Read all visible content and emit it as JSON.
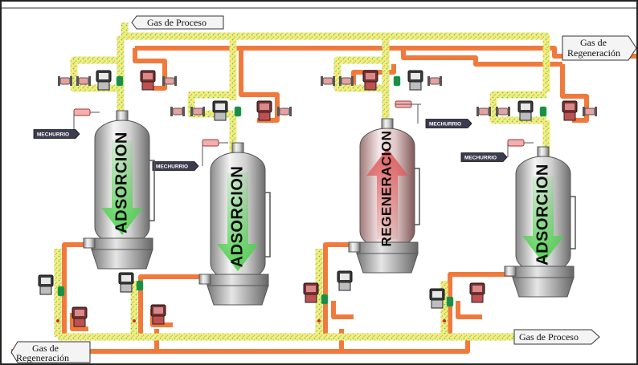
{
  "labels": {
    "gas_proceso_top": "Gas de Proceso",
    "gas_regen_top_1": "Gas de",
    "gas_regen_top_2": "Regeneración",
    "gas_proceso_bottom": "Gas de Proceso",
    "gas_regen_bottom_1": "Gas de",
    "gas_regen_bottom_2": "Regeneración"
  },
  "mechurrio": "MECHURRIO",
  "tanks": [
    {
      "label": "ADSORCION",
      "arrow": "down",
      "arrow_color": "#4cd24c"
    },
    {
      "label": "ADSORCION",
      "arrow": "down",
      "arrow_color": "#4cd24c"
    },
    {
      "label": "REGENERACION",
      "arrow": "up",
      "arrow_color": "#e05a5a"
    },
    {
      "label": "ADSORCION",
      "arrow": "down",
      "arrow_color": "#4cd24c"
    }
  ],
  "colors": {
    "process_pipe": "#f2f07a",
    "process_pipe_dots": "#7fd27f",
    "regen_pipe": "#f07a3c",
    "border": "#222222"
  }
}
